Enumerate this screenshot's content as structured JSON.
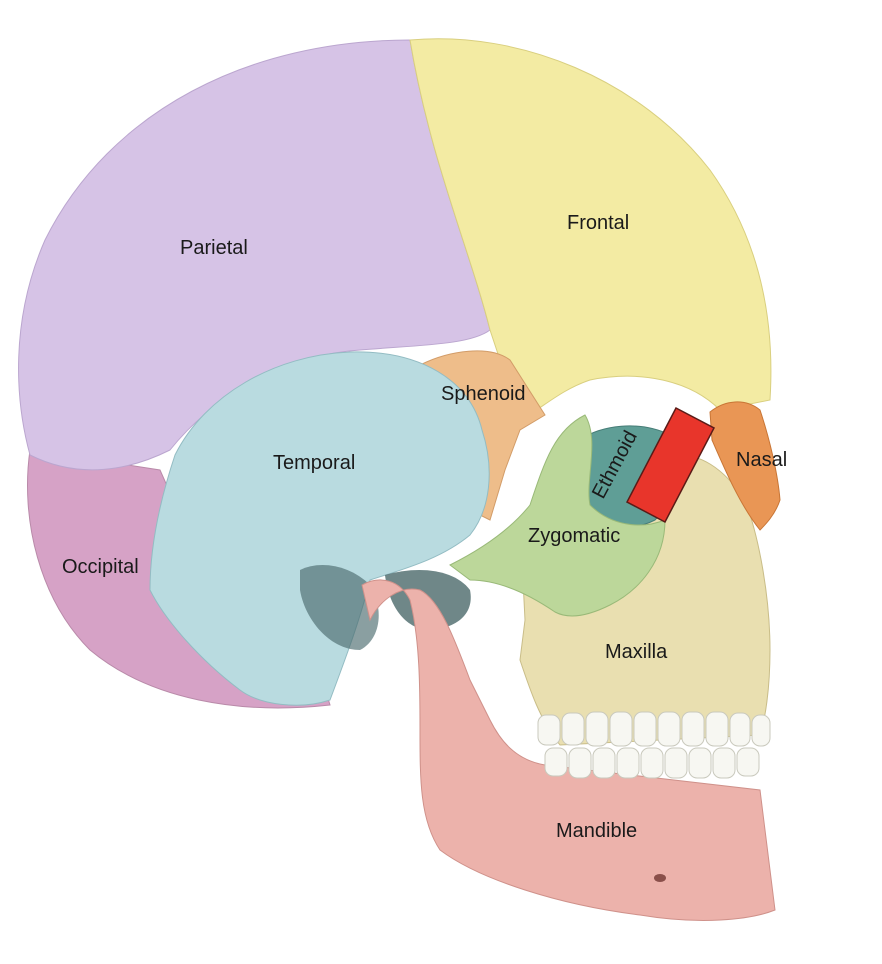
{
  "diagram": {
    "labels": {
      "parietal": "Parietal",
      "frontal": "Frontal",
      "sphenoid": "Sphenoid",
      "temporal": "Temporal",
      "ethmoid": "Ethmoid",
      "nasal": "Nasal",
      "zygomatic": "Zygomatic",
      "occipital": "Occipital",
      "maxilla": "Maxilla",
      "mandible": "Mandible"
    },
    "colors": {
      "parietal": "#d6c3e6",
      "frontal": "#f3eba3",
      "sphenoid": "#eebd8a",
      "temporal": "#b9dbe0",
      "ethmoid": "#5f9e96",
      "nasal": "#e99655",
      "zygomatic": "#bcd79a",
      "occipital": "#d6a2c6",
      "maxilla": "#e9dfb0",
      "mandible": "#ecb2ab",
      "teeth": "#f7f7f2",
      "highlight": "#e8352b"
    }
  }
}
